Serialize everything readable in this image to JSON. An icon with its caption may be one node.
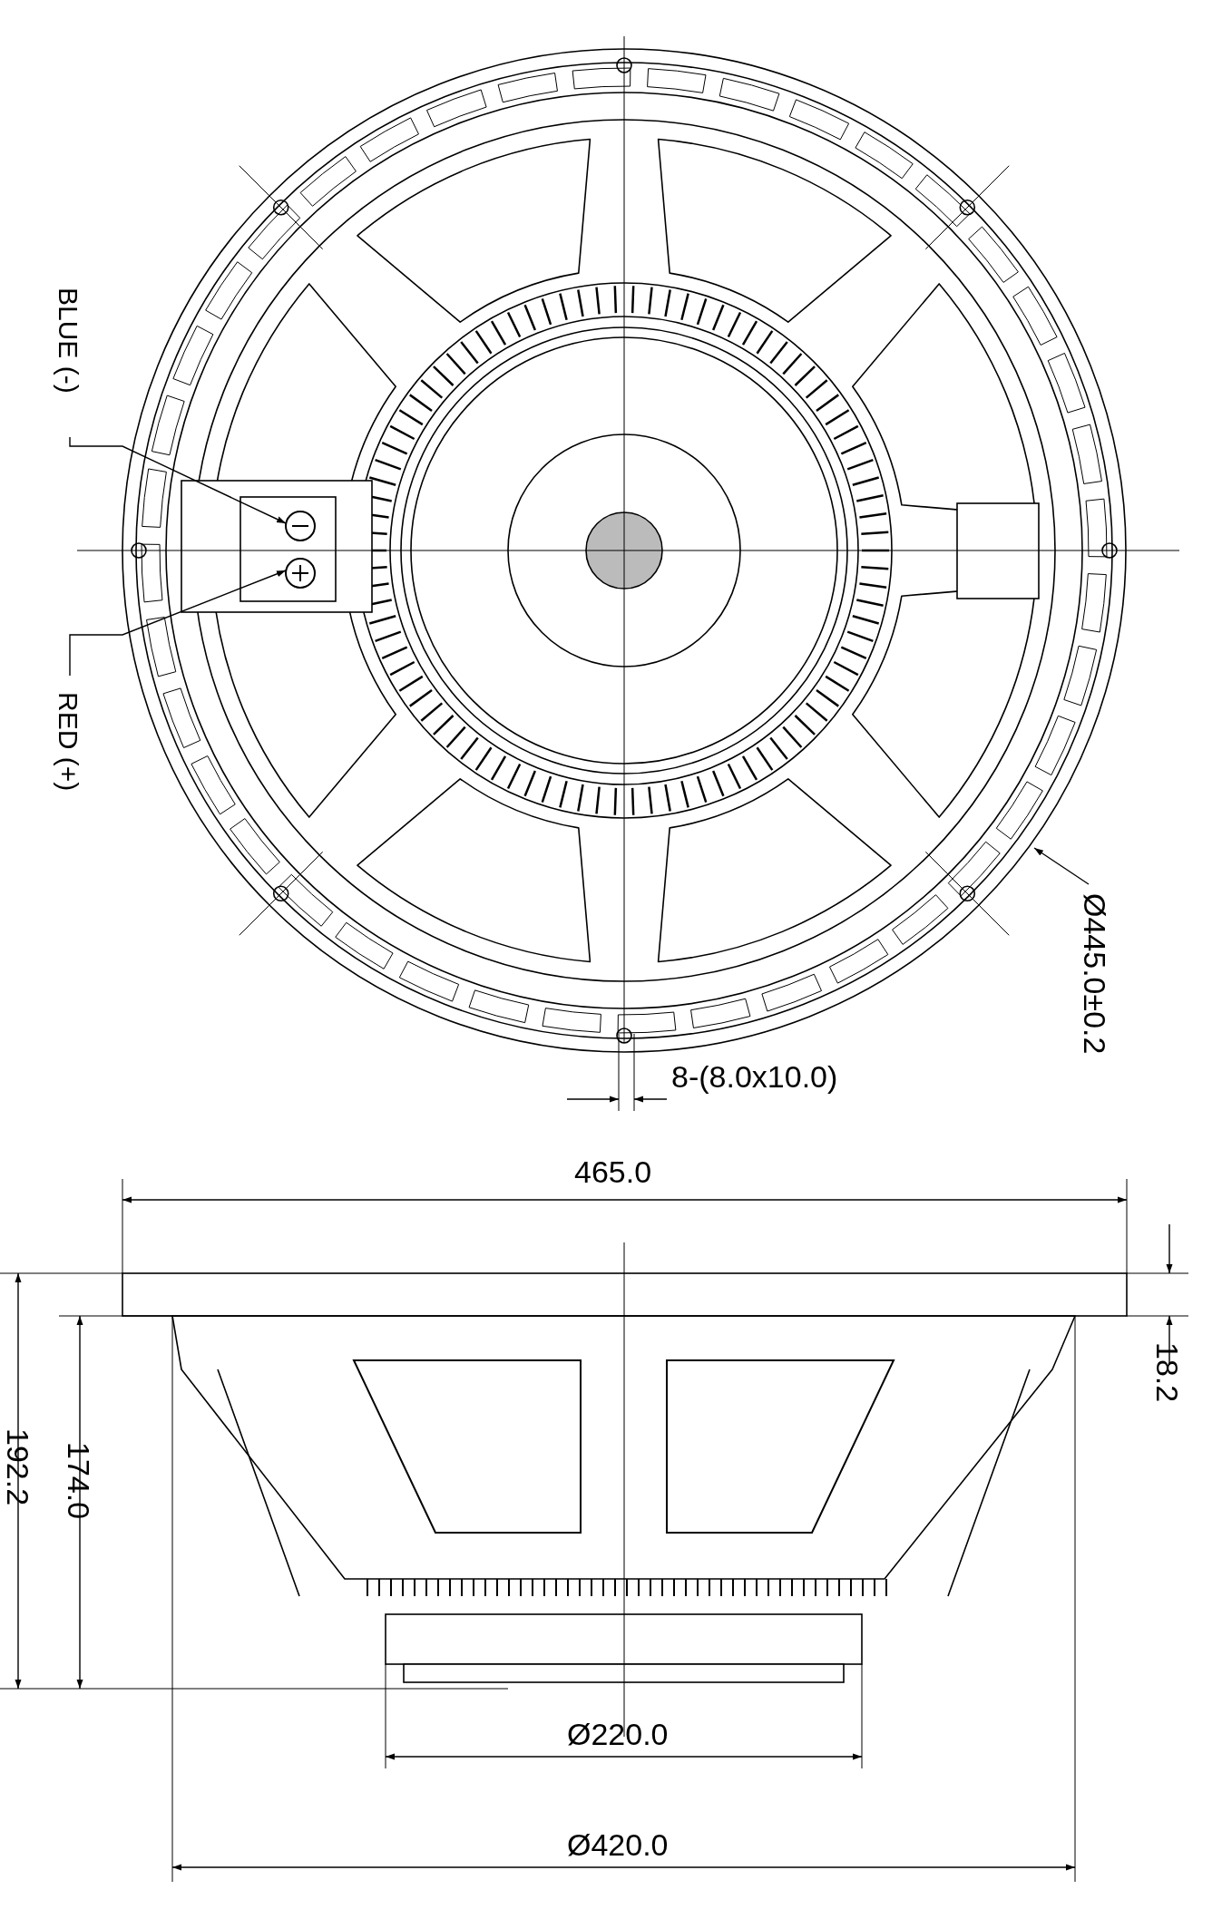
{
  "diagram": {
    "nodes": [
      {
        "text": [
          "BLUE (-)"
        ]
      },
      {
        "text": [],
        "shape": "circle"
      },
      {
        "text": [
          "RED (+)"
        ]
      },
      {
        "text": [],
        "shape": "circle"
      }
    ],
    "edges": [
      {
        "from": 0,
        "to": 1,
        "arrow": "to"
      },
      {
        "from": 2,
        "to": 3,
        "arrow": "to"
      }
    ],
    "labels": [
      "Ø445.0±0.2",
      "8-(8.0x10.0)",
      "465.0",
      "18.2",
      "192.2",
      "174.0",
      "Ø220.0",
      "Ø420.0"
    ]
  }
}
